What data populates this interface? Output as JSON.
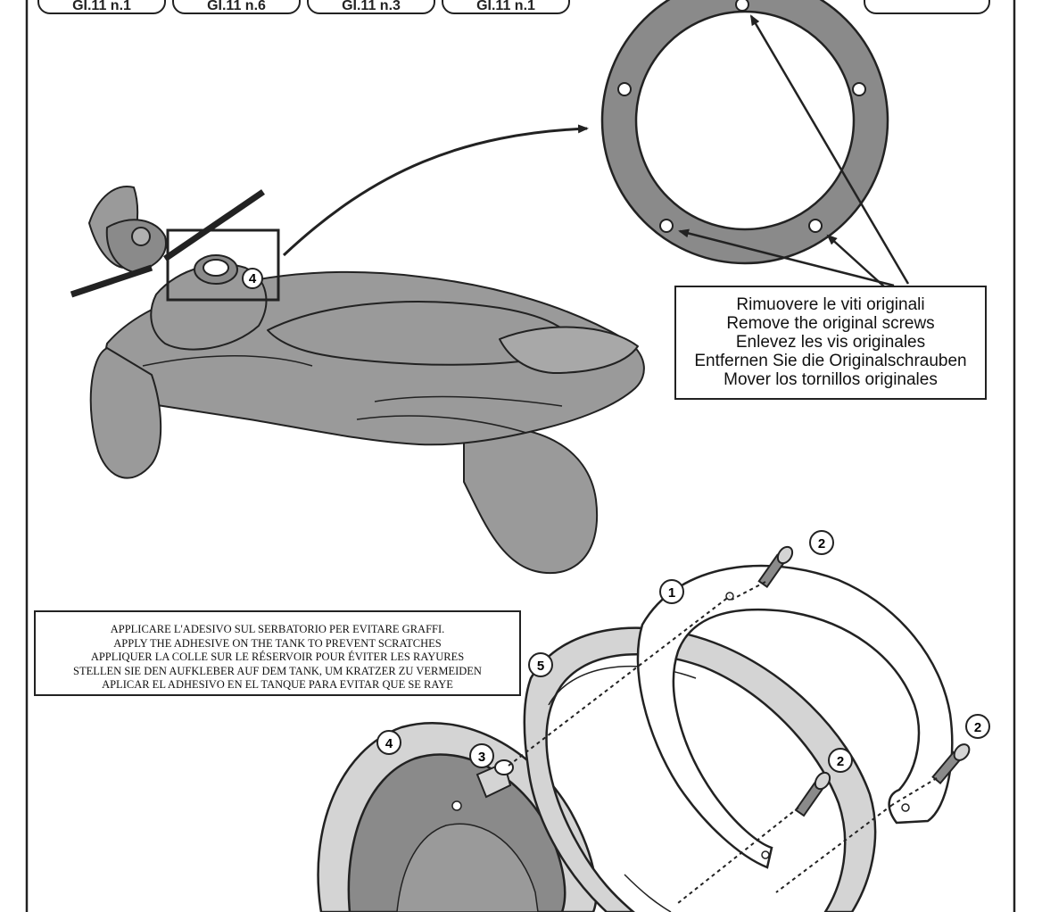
{
  "header_tabs": [
    "GI.11 n.1",
    "GI.11 n.6",
    "GI.11 n.3",
    "GI.11 n.1",
    ""
  ],
  "screws_note": {
    "lines": [
      "Rimuovere le viti originali",
      "Remove the original screws",
      "Enlevez  les vis originales",
      "Entfernen Sie die Originalschrauben",
      "Mover los tornillos originales"
    ]
  },
  "adhesive_note": {
    "lines": [
      "APPLICARE L'ADESIVO SUL SERBATORIO PER EVITARE GRAFFI.",
      "APPLY THE ADHESIVE ON THE TANK TO PREVENT SCRATCHES",
      "APPLIQUER LA COLLE SUR LE RÉSERVOIR POUR ÉVITER LES RAYURES",
      "STELLEN SIE DEN AUFKLEBER AUF DEM TANK, UM KRATZER ZU VERMEIDEN",
      "APLICAR EL ADHESIVO EN EL TANQUE PARA EVITAR QUE SE RAYE"
    ]
  },
  "part_labels": {
    "moto_cap": "4",
    "screw_top": "2",
    "flange_ring": "1",
    "lock_ring": "5",
    "adhesive": "4",
    "spacer": "3",
    "screw_mid": "2",
    "screw_right": "2"
  },
  "colors": {
    "line": "#222222",
    "gasket_fill": "#8a8a8a",
    "body_fill": "#9a9a9a",
    "light_fill": "#d4d4d4"
  }
}
